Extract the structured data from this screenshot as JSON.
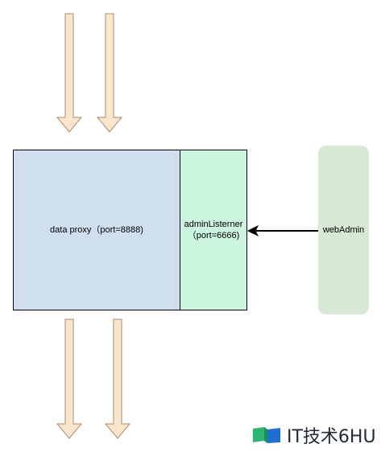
{
  "diagram": {
    "data_proxy": {
      "label": "data proxy（port=8888)"
    },
    "admin_listener": {
      "line1": "adminListerner",
      "line2": "（port=6666)"
    },
    "web_admin": {
      "label": "webAdmin"
    }
  },
  "watermark": {
    "text": "IT技术6HU"
  },
  "colors": {
    "data_proxy_fill": "#d0dff0",
    "admin_listener_fill": "#ccf5df",
    "web_admin_fill": "#d7e8d4",
    "flow_arrow_fill": "#fce5cd",
    "flow_arrow_stroke": "#b08a6b"
  }
}
